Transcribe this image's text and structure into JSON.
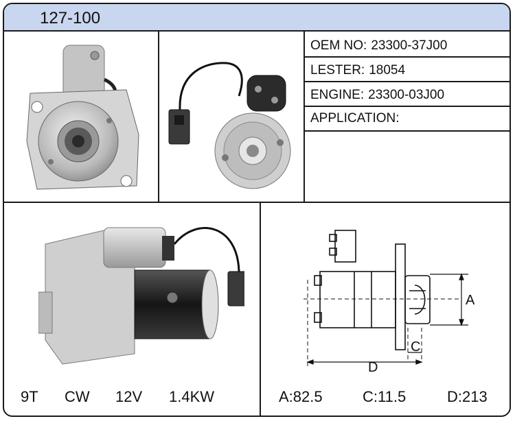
{
  "header": {
    "part_number": "127-100"
  },
  "specs": [
    {
      "label": "OEM NO:",
      "value": "23300-37J00"
    },
    {
      "label": "LESTER:",
      "value": "18054"
    },
    {
      "label": "ENGINE:",
      "value": "23300-03J00"
    },
    {
      "label": "APPLICATION:",
      "value": ""
    }
  ],
  "features": {
    "teeth": "9T",
    "rotation": "CW",
    "voltage": "12V",
    "power": "1.4KW"
  },
  "dimensions": {
    "a": "A:82.5",
    "c": "C:11.5",
    "d": "D:213"
  },
  "diagram_labels": {
    "a": "A",
    "c": "C",
    "d": "D"
  }
}
